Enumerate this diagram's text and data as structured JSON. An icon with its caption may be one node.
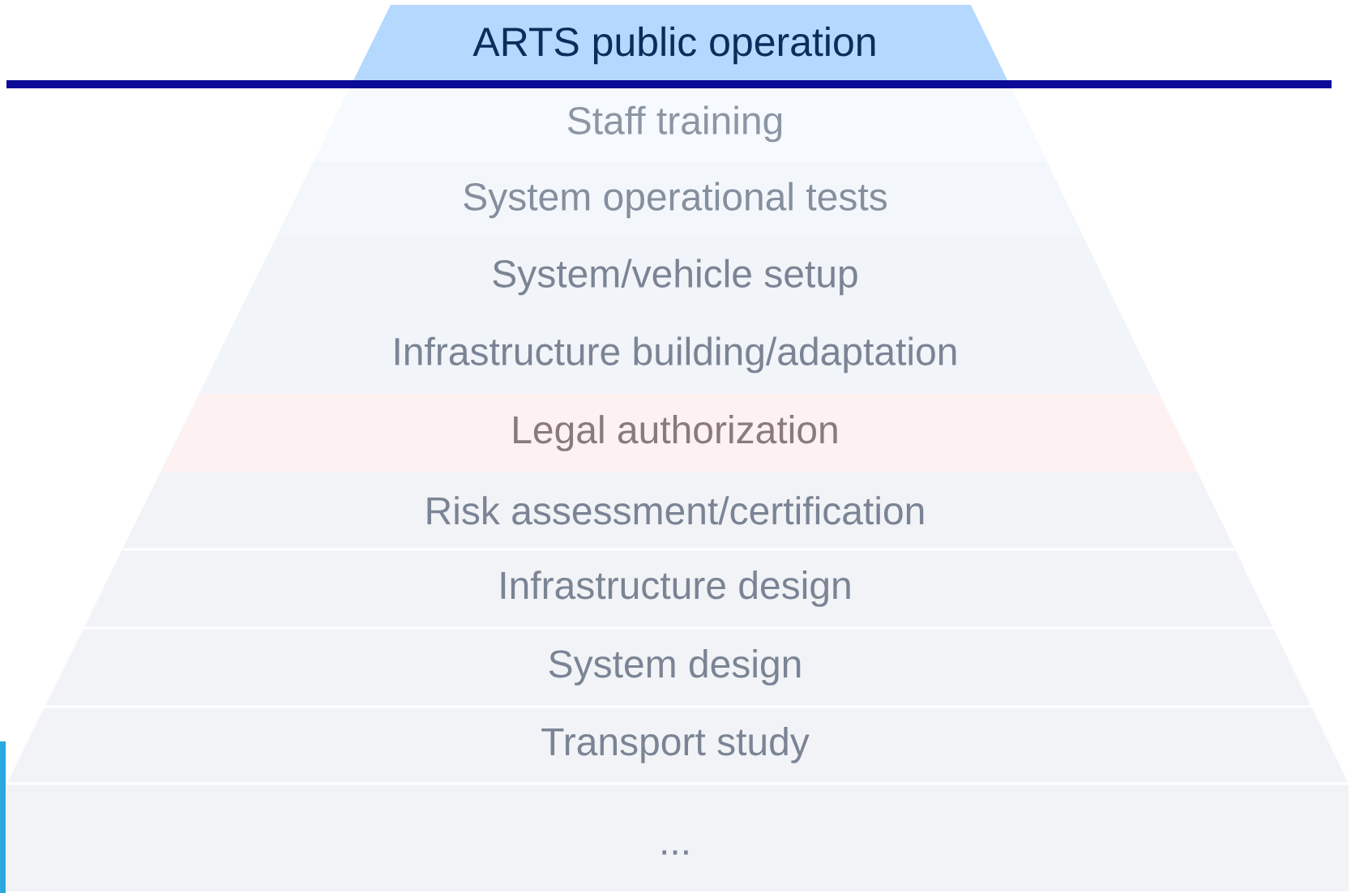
{
  "diagram": {
    "nodes": [
      {
        "text": [
          "ARTS public operation"
        ]
      },
      {
        "text": [
          "Staff training"
        ]
      },
      {
        "text": [
          "System operational tests"
        ]
      },
      {
        "text": [
          "System/vehicle setup"
        ]
      },
      {
        "text": [
          "Infrastructure building/adaptation"
        ]
      },
      {
        "text": [
          "Legal authorization"
        ]
      },
      {
        "text": [
          "Risk assessment/certification"
        ]
      },
      {
        "text": [
          "Infrastructure design"
        ]
      },
      {
        "text": [
          "System design"
        ]
      },
      {
        "text": [
          "Transport study"
        ]
      },
      {
        "text": [
          "..."
        ]
      }
    ]
  }
}
